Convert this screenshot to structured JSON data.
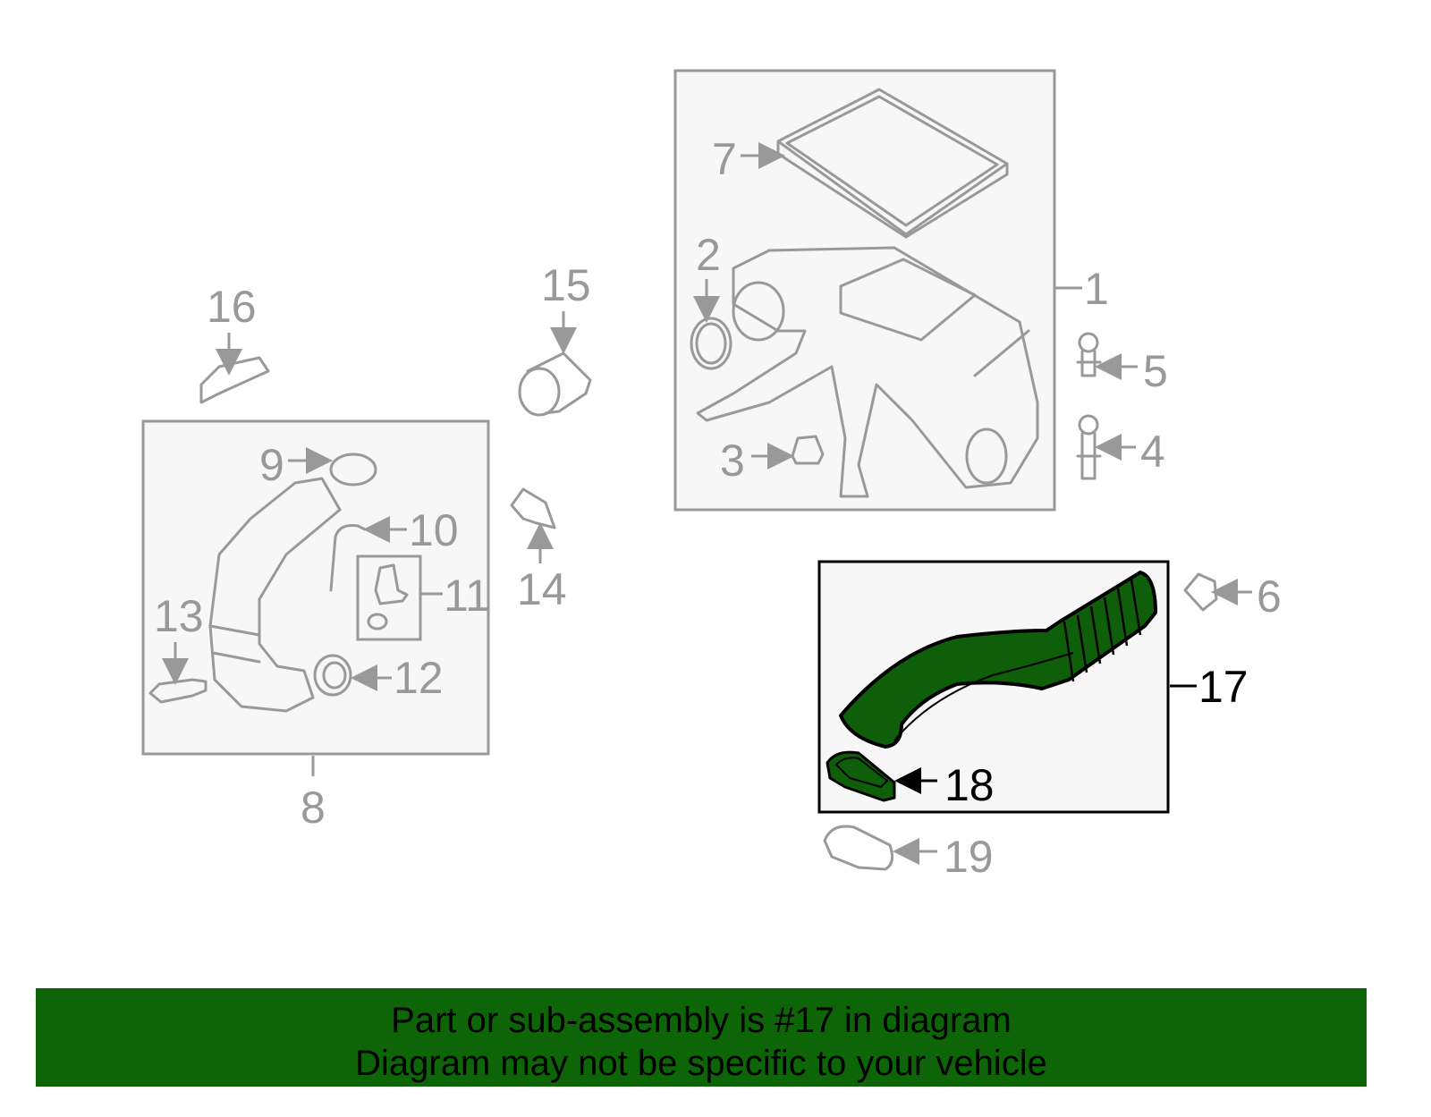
{
  "diagram": {
    "labels": {
      "p1": "1",
      "p2": "2",
      "p3": "3",
      "p4": "4",
      "p5": "5",
      "p6": "6",
      "p7": "7",
      "p8": "8",
      "p9": "9",
      "p10": "10",
      "p11": "11",
      "p12": "12",
      "p13": "13",
      "p14": "14",
      "p15": "15",
      "p16": "16",
      "p17": "17",
      "p18": "18",
      "p19": "19"
    },
    "highlight_part": "17",
    "colors": {
      "highlight": "#0f5f0a",
      "line": "#999999",
      "box_fill": "#f7f7f7"
    }
  },
  "banner": {
    "line1": "Part or sub-assembly is #17 in diagram",
    "line2": "Diagram may not be specific to your vehicle",
    "color": "#0e6508"
  }
}
